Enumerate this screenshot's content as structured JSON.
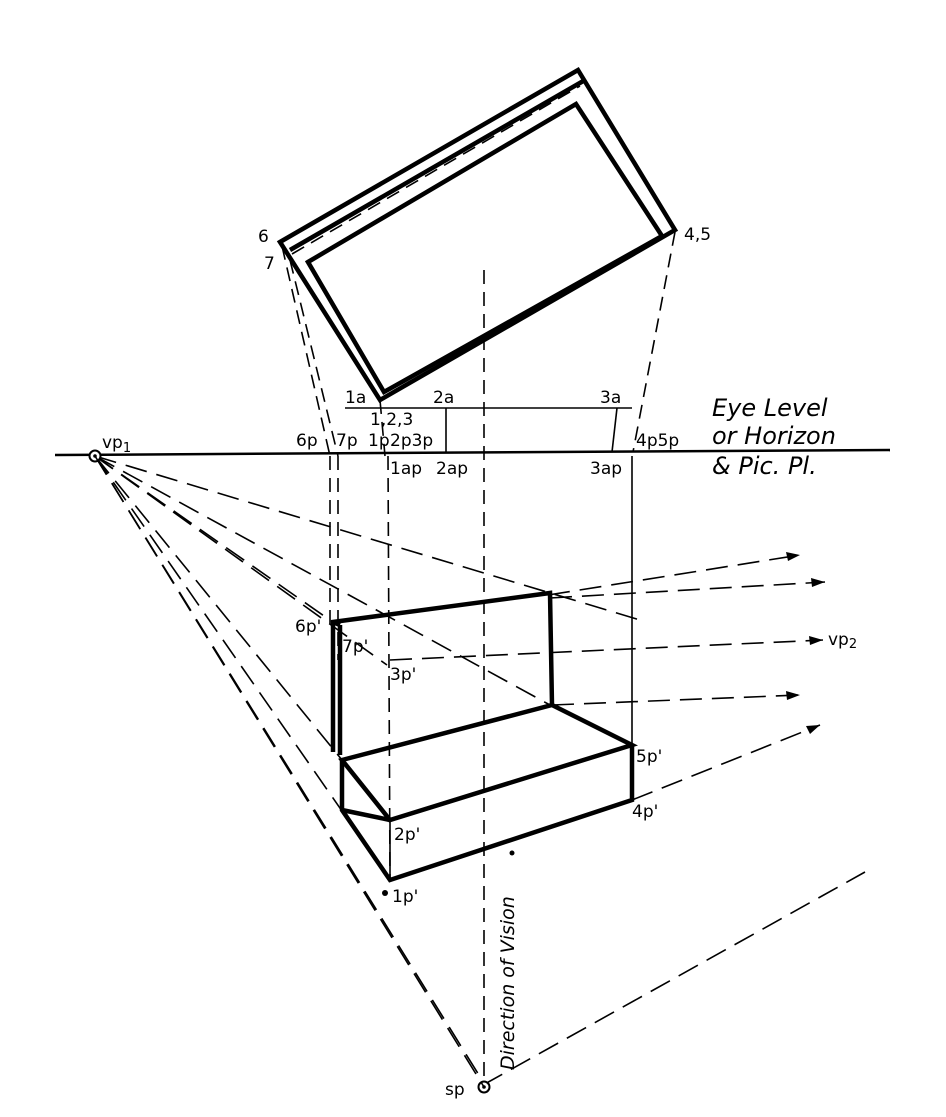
{
  "labels": {
    "p6": "6",
    "p7": "7",
    "p45": "4,5",
    "p1a": "1a",
    "p2a": "2a",
    "p3a": "3a",
    "p123": "1,2,3",
    "p6p": "6p",
    "p7p": "7p",
    "p1p": "1p",
    "p2p3p": "2p3p",
    "p1ap": "1ap",
    "p2ap": "2ap",
    "p3ap": "3ap",
    "p4p5p": "4p5p",
    "vp1": "vp",
    "vp1_sub": "1",
    "vp2": "vp",
    "vp2_sub": "2",
    "p6pp": "6p'",
    "p7pp": "7p'",
    "p3pp": "3p'",
    "p5pp": "5p'",
    "p4pp": "4p'",
    "p2pp": "2p'",
    "p1pp": "1p'",
    "sp": "sp",
    "eye_level_1": "Eye Level",
    "eye_level_2": "or Horizon",
    "eye_level_3": "& Pic. Pl.",
    "direction": "Direction of Vision"
  }
}
